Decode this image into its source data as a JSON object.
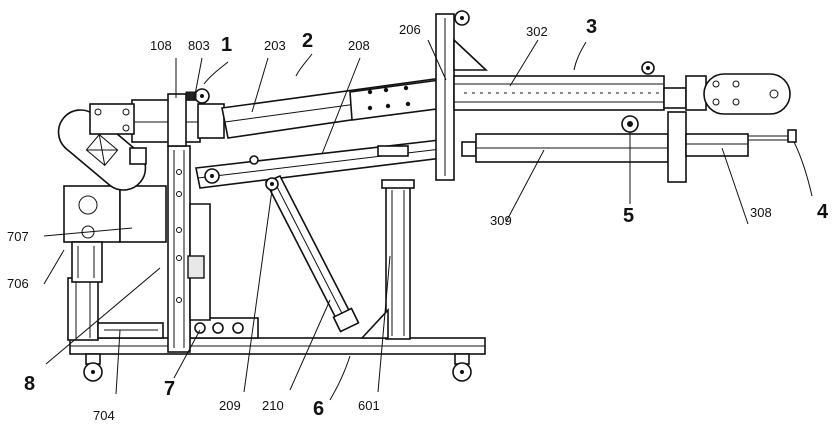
{
  "labels": {
    "l108": "108",
    "l803": "803",
    "l1": "1",
    "l203": "203",
    "l2": "2",
    "l208": "208",
    "l206": "206",
    "l302": "302",
    "l3": "3",
    "l707": "707",
    "l706": "706",
    "l8": "8",
    "l704": "704",
    "l7": "7",
    "l209": "209",
    "l210": "210",
    "l6": "6",
    "l601": "601",
    "l309": "309",
    "l5": "5",
    "l308": "308",
    "l4": "4"
  }
}
